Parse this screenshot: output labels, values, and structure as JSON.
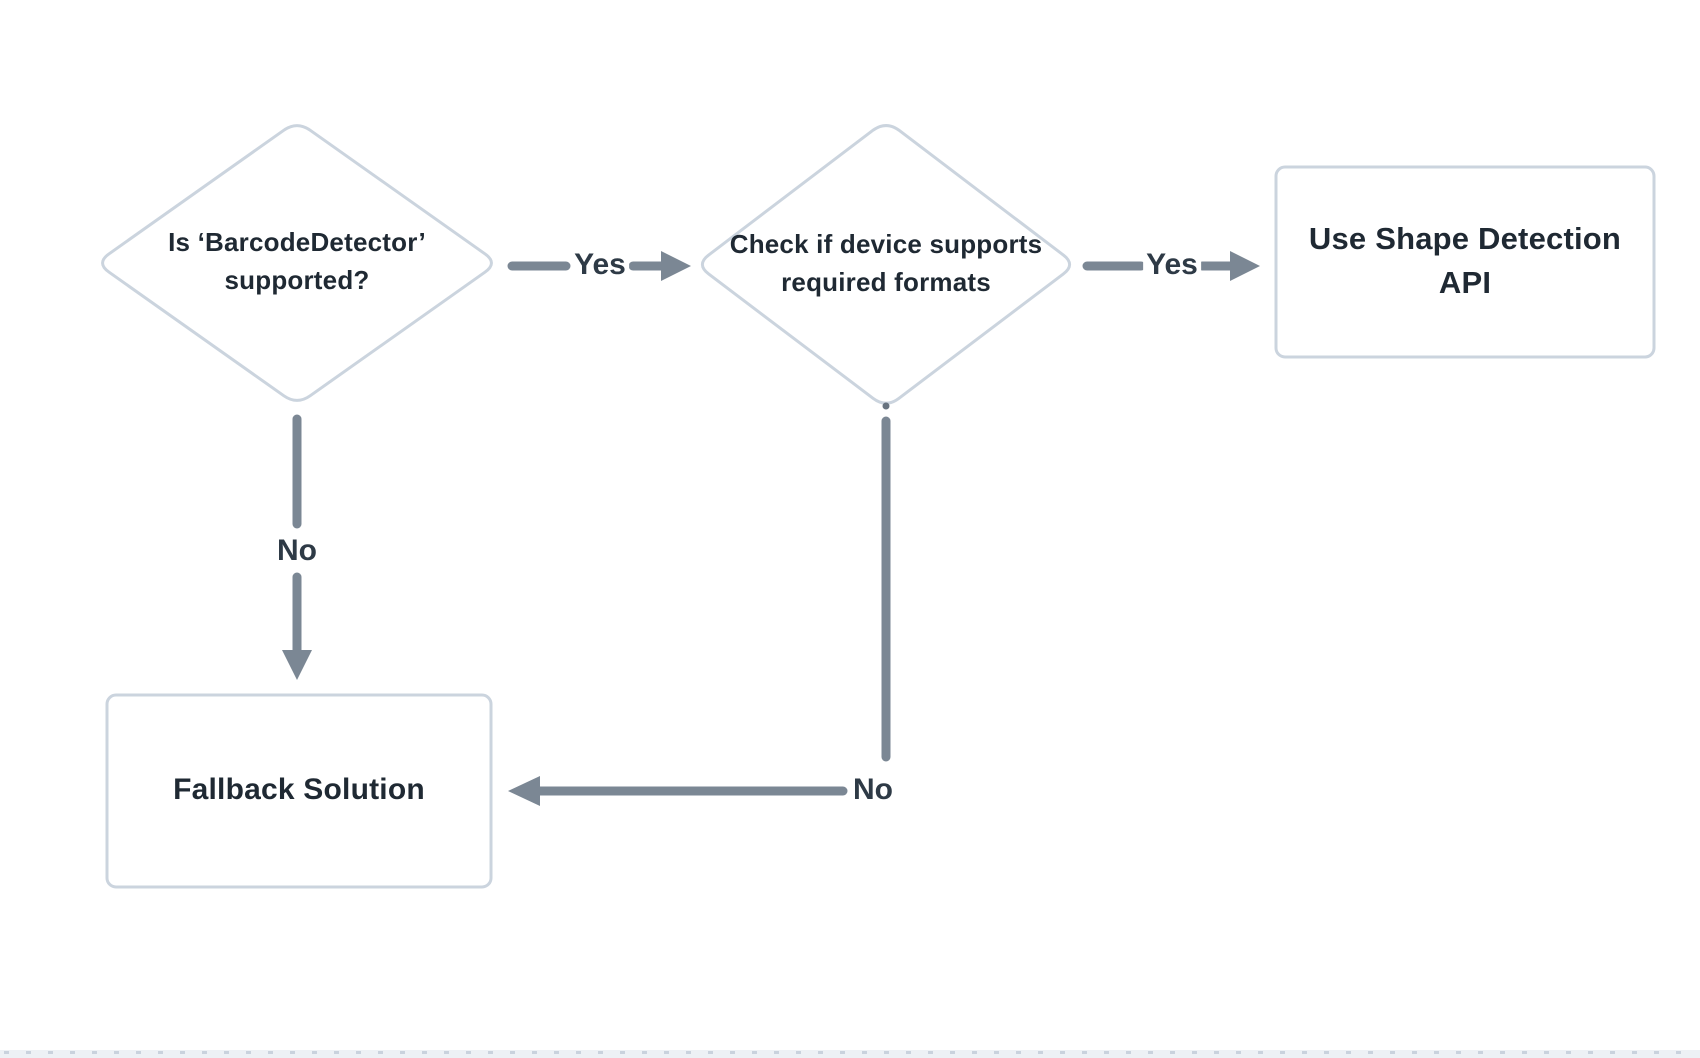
{
  "flowchart": {
    "nodes": {
      "barcode_check": {
        "type": "decision",
        "label": "Is ‘BarcodeDetector’ supported?"
      },
      "format_check": {
        "type": "decision",
        "label": "Check if device supports required formats"
      },
      "shape_api": {
        "type": "process",
        "label": "Use Shape Detection API"
      },
      "fallback": {
        "type": "process",
        "label": "Fallback Solution"
      }
    },
    "edges": [
      {
        "from": "barcode_check",
        "to": "format_check",
        "label": "Yes",
        "direction": "right"
      },
      {
        "from": "format_check",
        "to": "shape_api",
        "label": "Yes",
        "direction": "right"
      },
      {
        "from": "barcode_check",
        "to": "fallback",
        "label": "No",
        "direction": "down"
      },
      {
        "from": "format_check",
        "to": "fallback",
        "label": "No",
        "direction": "down-left"
      }
    ],
    "colors": {
      "background": "#ffffff",
      "node_border": "#cbd4de",
      "connector": "#7b8794",
      "node_text": "#1f2933",
      "edge_label_text": "#2e3a46",
      "cropped_strip_bg": "#edf1f5",
      "cropped_strip_marks": "#c3cdd9"
    }
  }
}
